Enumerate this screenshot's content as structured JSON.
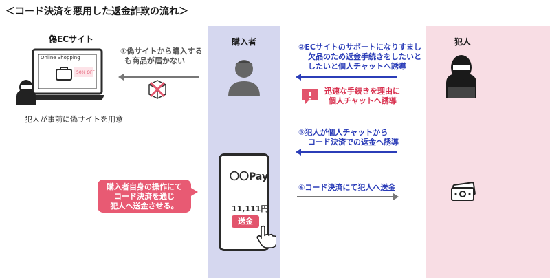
{
  "title": "＜コード決済を悪用した返金詐欺の流れ＞",
  "columns": {
    "fake_site": {
      "label": "偽ECサイト",
      "note": "犯人が事前に偽サイトを用意"
    },
    "buyer": {
      "label": "購入者"
    },
    "criminal": {
      "label": "犯人"
    }
  },
  "laptop": {
    "screen_title": "Online Shopping",
    "discount": "50% OFF"
  },
  "steps": {
    "s1": [
      "①偽サイトから購入する",
      "も商品が届かない"
    ],
    "s2": [
      "②ECサイトのサポートになりすまし",
      "欠品のため返金手続きをしたいと",
      "したいと個人チャットへ誘導"
    ],
    "alert": [
      "迅速な手続きを理由に",
      "個人チャットへ誘導"
    ],
    "s3": [
      "③犯人が個人チャットから",
      "コード決済での返金へ誘導"
    ],
    "s4": "④コード決済にて犯人へ送金"
  },
  "callout": [
    "購入者自身の操作にて",
    "コード決済を通じ",
    "犯人へ送金させる。"
  ],
  "phone": {
    "brand": "〇〇Pay",
    "amount": "11,111円",
    "send_label": "送金"
  },
  "colors": {
    "blue": "#2b3db8",
    "red": "#d8304e",
    "buyer_bg": "#d5d7ef",
    "criminal_bg": "#f8dde4"
  },
  "icons": [
    "laptop-icon",
    "hacker-icon",
    "box-cross-icon",
    "person-icon",
    "alert-icon",
    "phone-icon",
    "hand-pointer-icon",
    "money-icon"
  ]
}
